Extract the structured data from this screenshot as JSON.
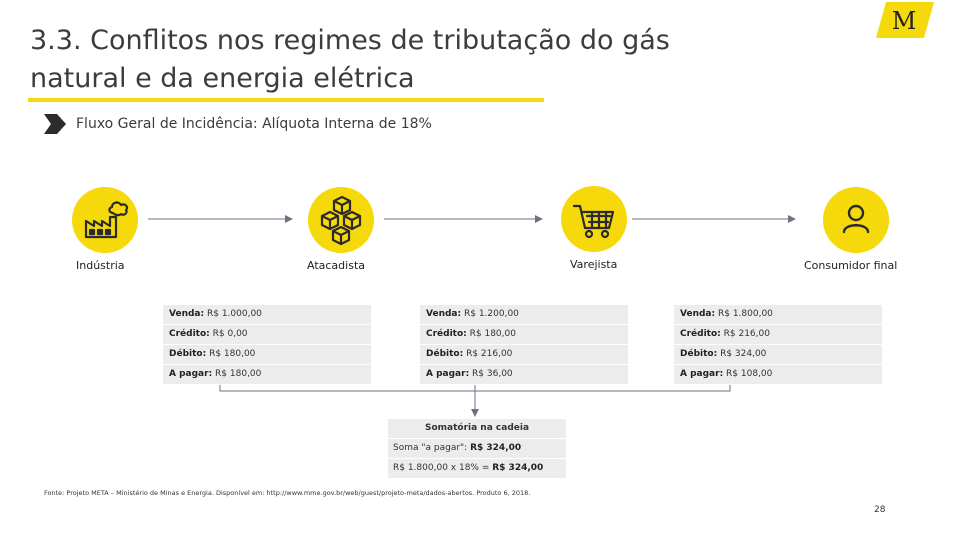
{
  "title": {
    "line1": "3.3. Conflitos nos regimes de tributação do gás",
    "line2": "natural e da energia elétrica"
  },
  "logo": {
    "text": "M"
  },
  "subtitle": "Fluxo Geral de Incidência: Alíquota Interna de 18%",
  "nodes": [
    {
      "label": "Indústria",
      "icon": "factory-icon"
    },
    {
      "label": "Atacadista",
      "icon": "boxes-icon"
    },
    {
      "label": "Varejista",
      "icon": "shopping-cart-icon"
    },
    {
      "label": "Consumidor final",
      "icon": "person-icon"
    }
  ],
  "boxes": [
    {
      "rows": [
        {
          "label": "Venda:",
          "value": "R$ 1.000,00"
        },
        {
          "label": "Crédito:",
          "value": "R$ 0,00"
        },
        {
          "label": "Débito:",
          "value": "R$ 180,00"
        },
        {
          "label": "A pagar:",
          "value": "R$ 180,00"
        }
      ]
    },
    {
      "rows": [
        {
          "label": "Venda:",
          "value": "R$ 1.200,00"
        },
        {
          "label": "Crédito:",
          "value": "R$ 180,00"
        },
        {
          "label": "Débito:",
          "value": "R$ 216,00"
        },
        {
          "label": "A pagar:",
          "value": "R$ 36,00"
        }
      ]
    },
    {
      "rows": [
        {
          "label": "Venda:",
          "value": "R$ 1.800,00"
        },
        {
          "label": "Crédito:",
          "value": "R$ 216,00"
        },
        {
          "label": "Débito:",
          "value": "R$ 324,00"
        },
        {
          "label": "A pagar:",
          "value": "R$ 108,00"
        }
      ]
    }
  ],
  "summary": {
    "heading": "Somatória na cadeia",
    "line1_text": "Soma \"a pagar\": ",
    "line1_value": "R$ 324,00",
    "line2_text": "R$ 1.800,00 x 18% = ",
    "line2_value": "R$ 324,00"
  },
  "source": "Fonte: Projeto META – Ministério de Minas e Energia. Disponível em: http://www.mme.gov.br/web/guest/projeto-meta/dados-abertos. Produto 6, 2018.",
  "page_number": "28",
  "colors": {
    "accent": "#f5d90a",
    "box": "#ececec",
    "line": "#6b7280",
    "text": "#3c3c3c"
  }
}
